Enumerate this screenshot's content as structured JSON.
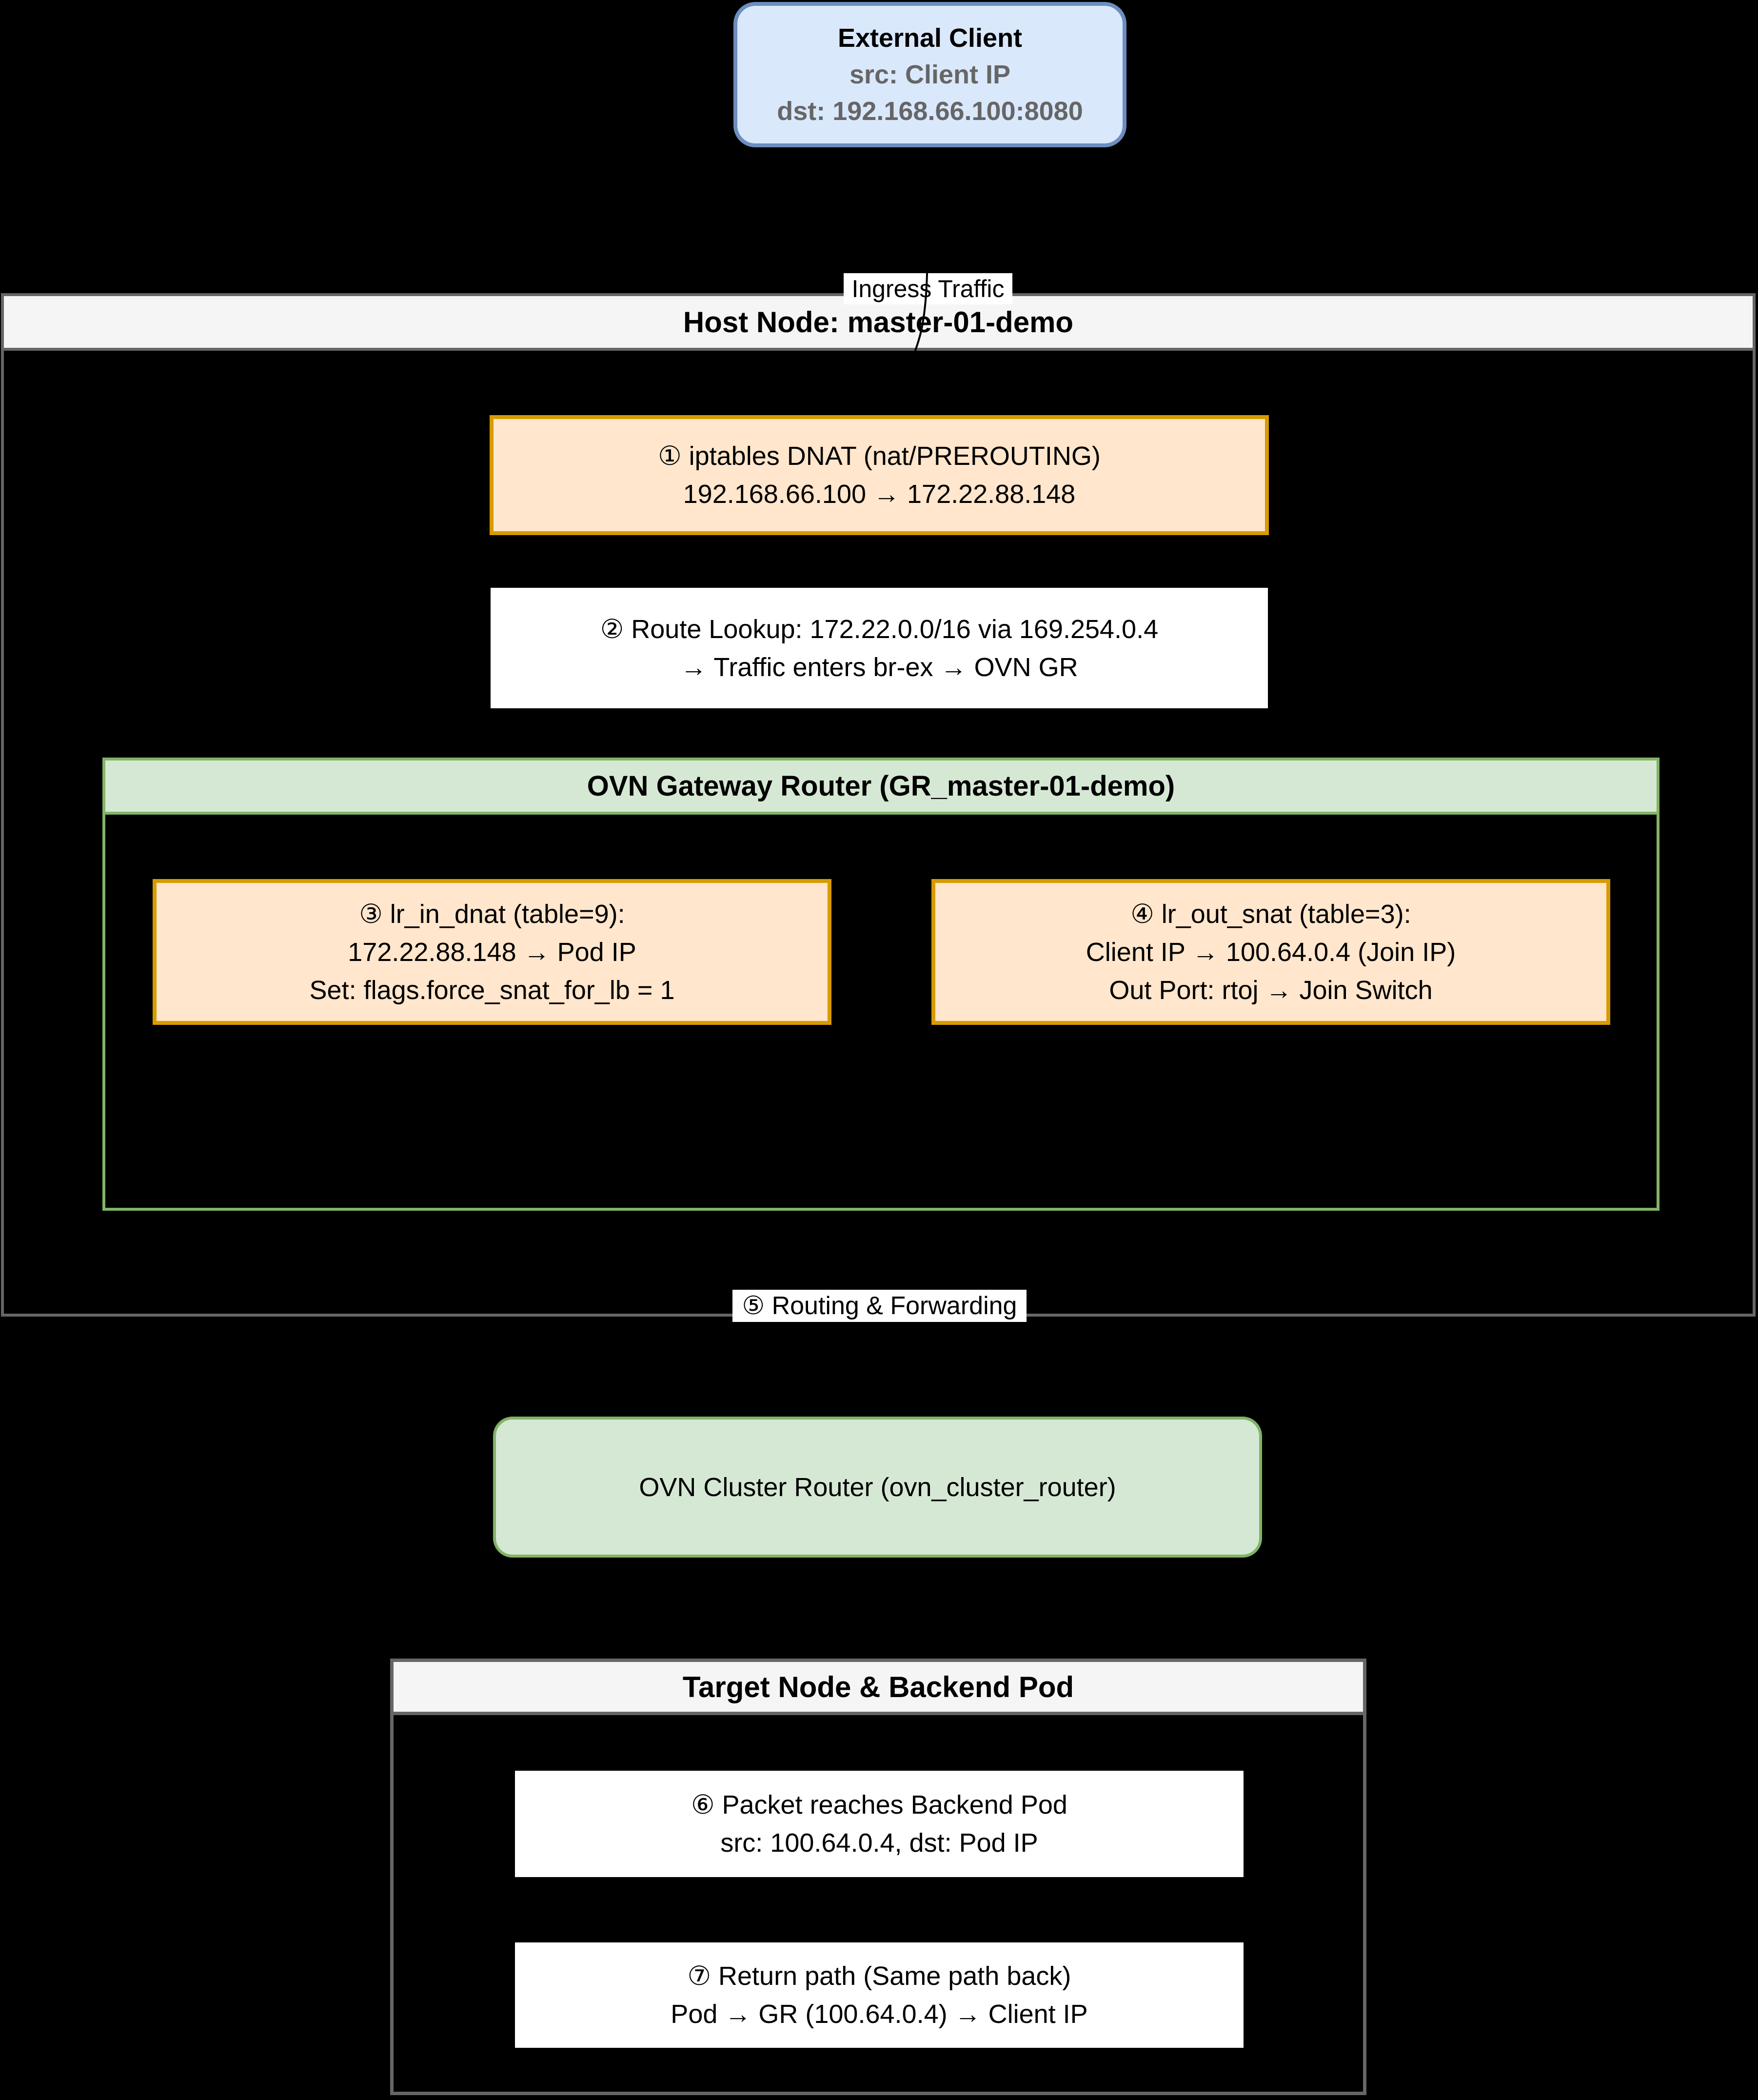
{
  "page": {
    "background": "#000000"
  },
  "external_client": {
    "title": "External Client",
    "src_line": "src: Client IP",
    "dst_line": "dst: 192.168.66.100:8080",
    "fill": "#dae8fc",
    "border": "#6c8ebf"
  },
  "labels": {
    "ingress": "Ingress Traffic",
    "routing_forwarding": "⑤ Routing & Forwarding"
  },
  "host_node": {
    "title": "Host Node: master-01-demo",
    "header_fill": "#f5f5f5",
    "border": "#666666"
  },
  "gateway_router": {
    "title": "OVN Gateway Router (GR_master-01-demo)",
    "fill": "#d5e8d4",
    "border": "#82b366"
  },
  "cluster_router": {
    "title": "OVN Cluster Router (ovn_cluster_router)",
    "fill": "#d5e8d4",
    "border": "#82b366"
  },
  "target_node": {
    "title": "Target Node & Backend Pod",
    "header_fill": "#f5f5f5",
    "border": "#666666"
  },
  "steps": {
    "step1": {
      "line1": "① iptables DNAT (nat/PREROUTING)",
      "line2": "192.168.66.100 → 172.22.88.148",
      "fill": "#ffe6cc",
      "border": "#d79b00"
    },
    "step2": {
      "line1": "② Route Lookup: 172.22.0.0/16 via 169.254.0.4",
      "line2": "→ Traffic enters br-ex → OVN GR",
      "fill": "#ffffff"
    },
    "step3": {
      "line1": "③ lr_in_dnat (table=9):",
      "line2": "172.22.88.148 → Pod IP",
      "line3": "Set: flags.force_snat_for_lb = 1",
      "fill": "#ffe6cc",
      "border": "#d79b00"
    },
    "step4": {
      "line1": "④ lr_out_snat (table=3):",
      "line2": "Client IP → 100.64.0.4 (Join IP)",
      "line3": "Out Port: rtoj → Join Switch",
      "fill": "#ffe6cc",
      "border": "#d79b00"
    },
    "step6": {
      "line1": "⑥ Packet reaches Backend Pod",
      "line2": "src: 100.64.0.4, dst: Pod IP",
      "fill": "#ffffff"
    },
    "step7": {
      "line1": "⑦ Return path (Same path back)",
      "line2": "Pod → GR (100.64.0.4) → Client IP",
      "fill": "#ffffff"
    }
  }
}
